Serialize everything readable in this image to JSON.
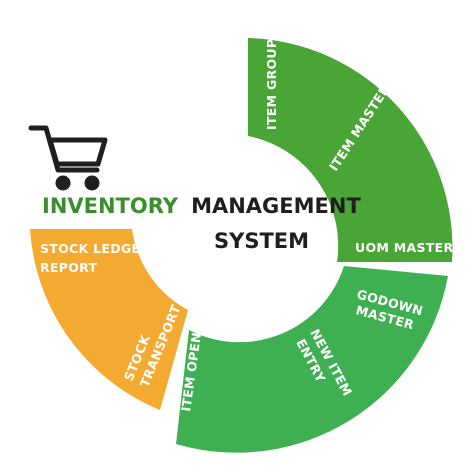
{
  "title": {
    "word1": "INVENTORY",
    "word2": "MANAGEMENT",
    "line2": "SYSTEM"
  },
  "segments": {
    "item_group": "ITEM GROUP",
    "item_master": "ITEM MASTER",
    "uom_master": "UOM MASTER",
    "godown_master_1": "GODOWN",
    "godown_master_2": "MASTER",
    "new_item_entry_1": "NEW ITEM",
    "new_item_entry_2": "ENTRY",
    "item_opening": "ITEM OPENING",
    "stock_transport_1": "STOCK",
    "stock_transport_2": "TRANSPORT",
    "stock_ledger_report_1": "STOCK LEDGER",
    "stock_ledger_report_2": "REPORT"
  },
  "colors": {
    "green_dark": "#4aa537",
    "green_light": "#3fb051",
    "orange": "#f4aa31",
    "title_green": "#3a8f2c",
    "title_dark": "#1f1f1f",
    "icon": "#1f1f1f"
  },
  "icons": {
    "cart": "shopping-cart-icon"
  }
}
